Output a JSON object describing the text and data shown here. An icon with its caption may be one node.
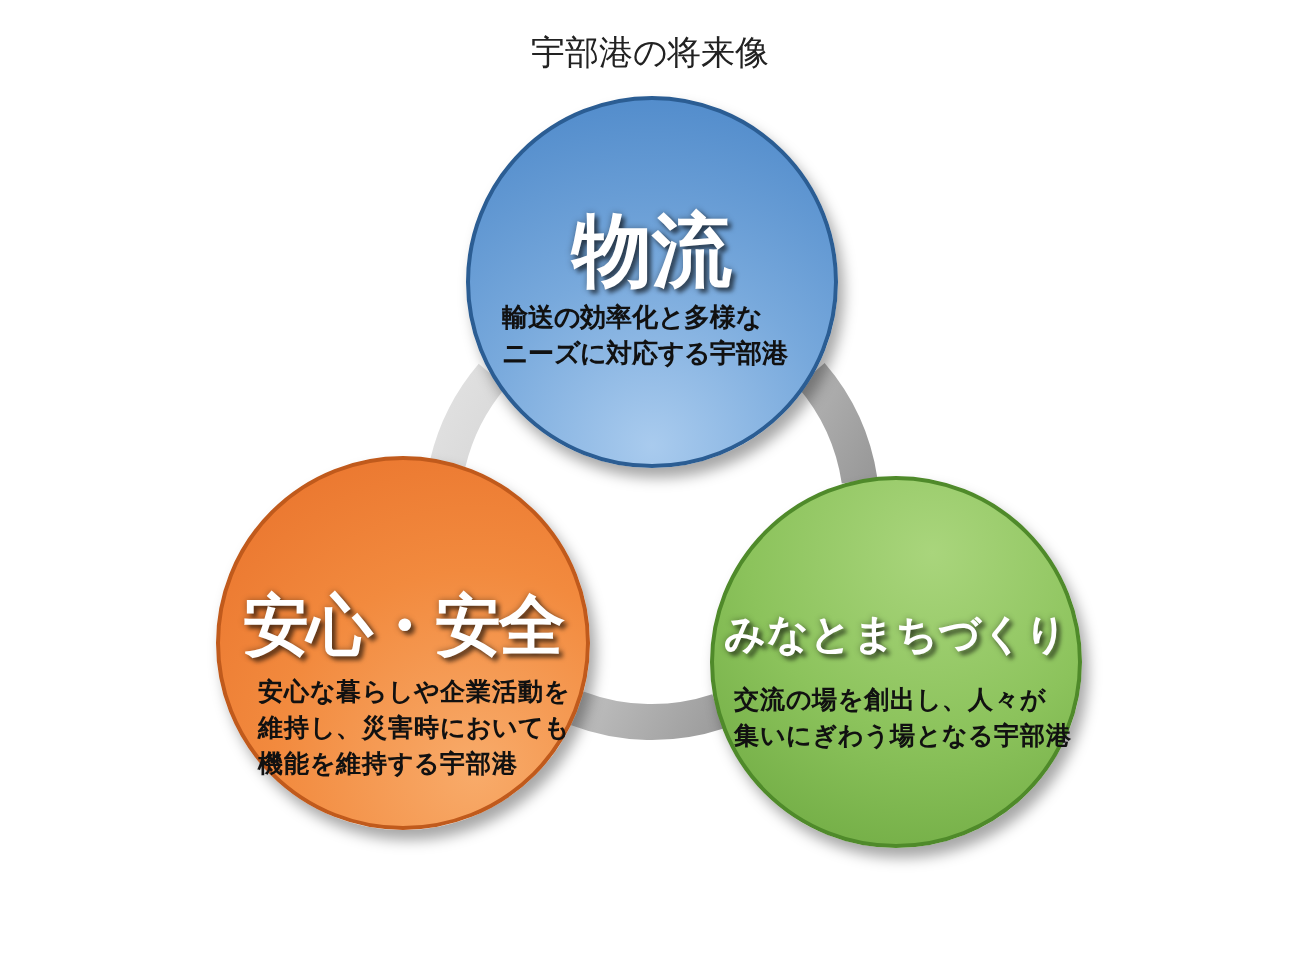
{
  "diagram": {
    "title": "宇部港の将来像",
    "nodes": [
      {
        "text": [
          "物流",
          "輸送の効率化と多様なニーズに対応する宇部港"
        ]
      },
      {
        "text": [
          "安心・安全",
          "安心な暮らしや企業活動を維持し、災害時においても機能を維持する宇部港"
        ]
      },
      {
        "text": [
          "みなとまちづくり",
          "交流の場を創出し、人々が集いにぎわう場となる宇部港"
        ]
      }
    ],
    "edges": [
      {
        "from": 0,
        "to": 1,
        "arrow": "none"
      },
      {
        "from": 1,
        "to": 2,
        "arrow": "none"
      },
      {
        "from": 2,
        "to": 0,
        "arrow": "none"
      }
    ]
  }
}
